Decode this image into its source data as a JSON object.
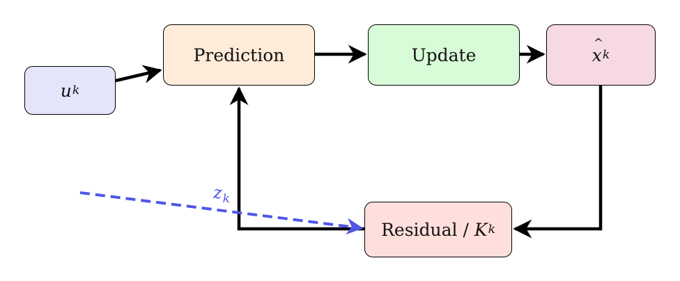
{
  "nodes": {
    "input": {
      "var": "u",
      "sub": "k",
      "fill": "#e4e5fb"
    },
    "prediction": {
      "label": "Prediction",
      "fill": "#feebd9"
    },
    "update": {
      "label": "Update",
      "fill": "#d8fcd8"
    },
    "estimate": {
      "var": "x",
      "sub": "k",
      "fill": "#f6d9e3"
    },
    "residual": {
      "label": "Residual / ",
      "var": "K",
      "sub": "k",
      "fill": "#ffdfdc"
    }
  },
  "measurement": {
    "var": "z",
    "sub": "k",
    "color": "#4f56e8"
  },
  "colors": {
    "edge": "#000000",
    "measurement_edge": "#4f56e8"
  }
}
